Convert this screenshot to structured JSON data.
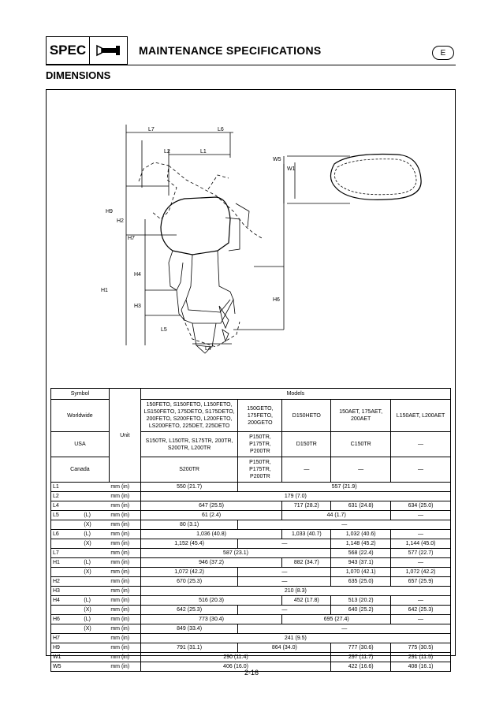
{
  "header": {
    "spec_label": "SPEC",
    "icon": "caliper-icon",
    "title": "MAINTENANCE SPECIFICATIONS",
    "lang": "E"
  },
  "section_title": "DIMENSIONS",
  "diagram_labels": {
    "L7": "L7",
    "L6": "L6",
    "L2": "L2",
    "L1": "L1",
    "W5": "W5",
    "W1": "W1",
    "H9": "H9",
    "H2": "H2",
    "H7": "H7",
    "H4": "H4",
    "H1": "H1",
    "H3": "H3",
    "L5": "L5",
    "L4": "L4",
    "H6": "H6"
  },
  "table": {
    "symbol_header": "Symbol",
    "unit_header": "Unit",
    "models_header": "Models",
    "worldwide_label": "Worldwide",
    "usa_label": "USA",
    "canada_label": "Canada",
    "worldwide": [
      "150FETO, S150FETO, L150FETO, LS150FETO, 175DETO, S175DETO, 200FETO, S200FETO, L200FETO, LS200FETO, 225DET, 225DETO",
      "150GETO, 175FETO, 200GETO",
      "D150HETO",
      "150AET, 175AET, 200AET",
      "L150AET, L200AET"
    ],
    "usa": [
      "S150TR, L150TR, S175TR, 200TR, S200TR, L200TR",
      "P150TR, P175TR, P200TR",
      "D150TR",
      "C150TR",
      "—"
    ],
    "canada": [
      "S200TR",
      "P150TR, P175TR, P200TR",
      "—",
      "—",
      "—"
    ],
    "rows": [
      {
        "sym": "L1",
        "sub": "",
        "unit": "mm (in)",
        "cells": [
          [
            "550 (21.7)",
            1
          ],
          [
            "557 (21.9)",
            4
          ]
        ]
      },
      {
        "sym": "L2",
        "sub": "",
        "unit": "mm (in)",
        "cells": [
          [
            "179 (7.0)",
            5
          ]
        ]
      },
      {
        "sym": "L4",
        "sub": "",
        "unit": "mm (in)",
        "cells": [
          [
            "647 (25.5)",
            2
          ],
          [
            "717 (28.2)",
            1
          ],
          [
            "631 (24.8)",
            1
          ],
          [
            "634 (25.0)",
            1
          ]
        ]
      },
      {
        "sym": "L5",
        "sub": "(L)",
        "unit": "mm (in)",
        "cells": [
          [
            "61 (2.4)",
            2
          ],
          [
            "44 (1.7)",
            2
          ],
          [
            "—",
            1
          ]
        ]
      },
      {
        "sym": "",
        "sub": "(X)",
        "unit": "mm (in)",
        "cells": [
          [
            "80 (3.1)",
            1
          ],
          [
            "—",
            4
          ]
        ]
      },
      {
        "sym": "L6",
        "sub": "(L)",
        "unit": "mm (in)",
        "cells": [
          [
            "1,036 (40.8)",
            2
          ],
          [
            "1,033 (40.7)",
            1
          ],
          [
            "1,032 (40.6)",
            1
          ],
          [
            "—",
            1
          ]
        ]
      },
      {
        "sym": "",
        "sub": "(X)",
        "unit": "mm (in)",
        "cells": [
          [
            "1,152 (45.4)",
            1
          ],
          [
            "—",
            2
          ],
          [
            "1,148 (45.2)",
            1
          ],
          [
            "1,144 (45.0)",
            1
          ]
        ]
      },
      {
        "sym": "L7",
        "sub": "",
        "unit": "mm (in)",
        "cells": [
          [
            "587 (23.1)",
            3
          ],
          [
            "568 (22.4)",
            1
          ],
          [
            "577 (22.7)",
            1
          ]
        ]
      },
      {
        "sym": "H1",
        "sub": "(L)",
        "unit": "mm (in)",
        "cells": [
          [
            "946 (37.2)",
            2
          ],
          [
            "882 (34.7)",
            1
          ],
          [
            "943 (37.1)",
            1
          ],
          [
            "—",
            1
          ]
        ]
      },
      {
        "sym": "",
        "sub": "(X)",
        "unit": "mm (in)",
        "cells": [
          [
            "1,072 (42.2)",
            1
          ],
          [
            "—",
            2
          ],
          [
            "1,070 (42.1)",
            1
          ],
          [
            "1,072 (42.2)",
            1
          ]
        ]
      },
      {
        "sym": "H2",
        "sub": "",
        "unit": "mm (in)",
        "cells": [
          [
            "670 (25.3)",
            1
          ],
          [
            "—",
            2
          ],
          [
            "635 (25.0)",
            1
          ],
          [
            "657 (25.9)",
            1
          ]
        ]
      },
      {
        "sym": "H3",
        "sub": "",
        "unit": "mm (in)",
        "cells": [
          [
            "210 (8.3)",
            5
          ]
        ]
      },
      {
        "sym": "H4",
        "sub": "(L)",
        "unit": "mm (in)",
        "cells": [
          [
            "516 (20.3)",
            2
          ],
          [
            "452 (17.8)",
            1
          ],
          [
            "513 (20.2)",
            1
          ],
          [
            "—",
            1
          ]
        ]
      },
      {
        "sym": "",
        "sub": "(X)",
        "unit": "mm (in)",
        "cells": [
          [
            "642 (25.3)",
            1
          ],
          [
            "—",
            2
          ],
          [
            "640 (25.2)",
            1
          ],
          [
            "642 (25.3)",
            1
          ]
        ]
      },
      {
        "sym": "H6",
        "sub": "(L)",
        "unit": "mm (in)",
        "cells": [
          [
            "773 (30.4)",
            2
          ],
          [
            "695 (27.4)",
            2
          ],
          [
            "—",
            1
          ]
        ]
      },
      {
        "sym": "",
        "sub": "(X)",
        "unit": "mm (in)",
        "cells": [
          [
            "849 (33.4)",
            1
          ],
          [
            "—",
            4
          ]
        ]
      },
      {
        "sym": "H7",
        "sub": "",
        "unit": "mm (in)",
        "cells": [
          [
            "241 (9.5)",
            5
          ]
        ]
      },
      {
        "sym": "H9",
        "sub": "",
        "unit": "mm (in)",
        "cells": [
          [
            "791 (31.1)",
            1
          ],
          [
            "864 (34.0)",
            2
          ],
          [
            "777 (30.6)",
            1
          ],
          [
            "775 (30.5)",
            1
          ]
        ]
      },
      {
        "sym": "W1",
        "sub": "",
        "unit": "mm (in)",
        "cells": [
          [
            "290 (11.4)",
            3
          ],
          [
            "297 (11.7)",
            1
          ],
          [
            "291 (11.5)",
            1
          ]
        ]
      },
      {
        "sym": "W5",
        "sub": "",
        "unit": "mm (in)",
        "cells": [
          [
            "406 (16.0)",
            3
          ],
          [
            "422 (16.6)",
            1
          ],
          [
            "408 (16.1)",
            1
          ]
        ]
      }
    ]
  },
  "footer": {
    "page_number": "2-16"
  }
}
